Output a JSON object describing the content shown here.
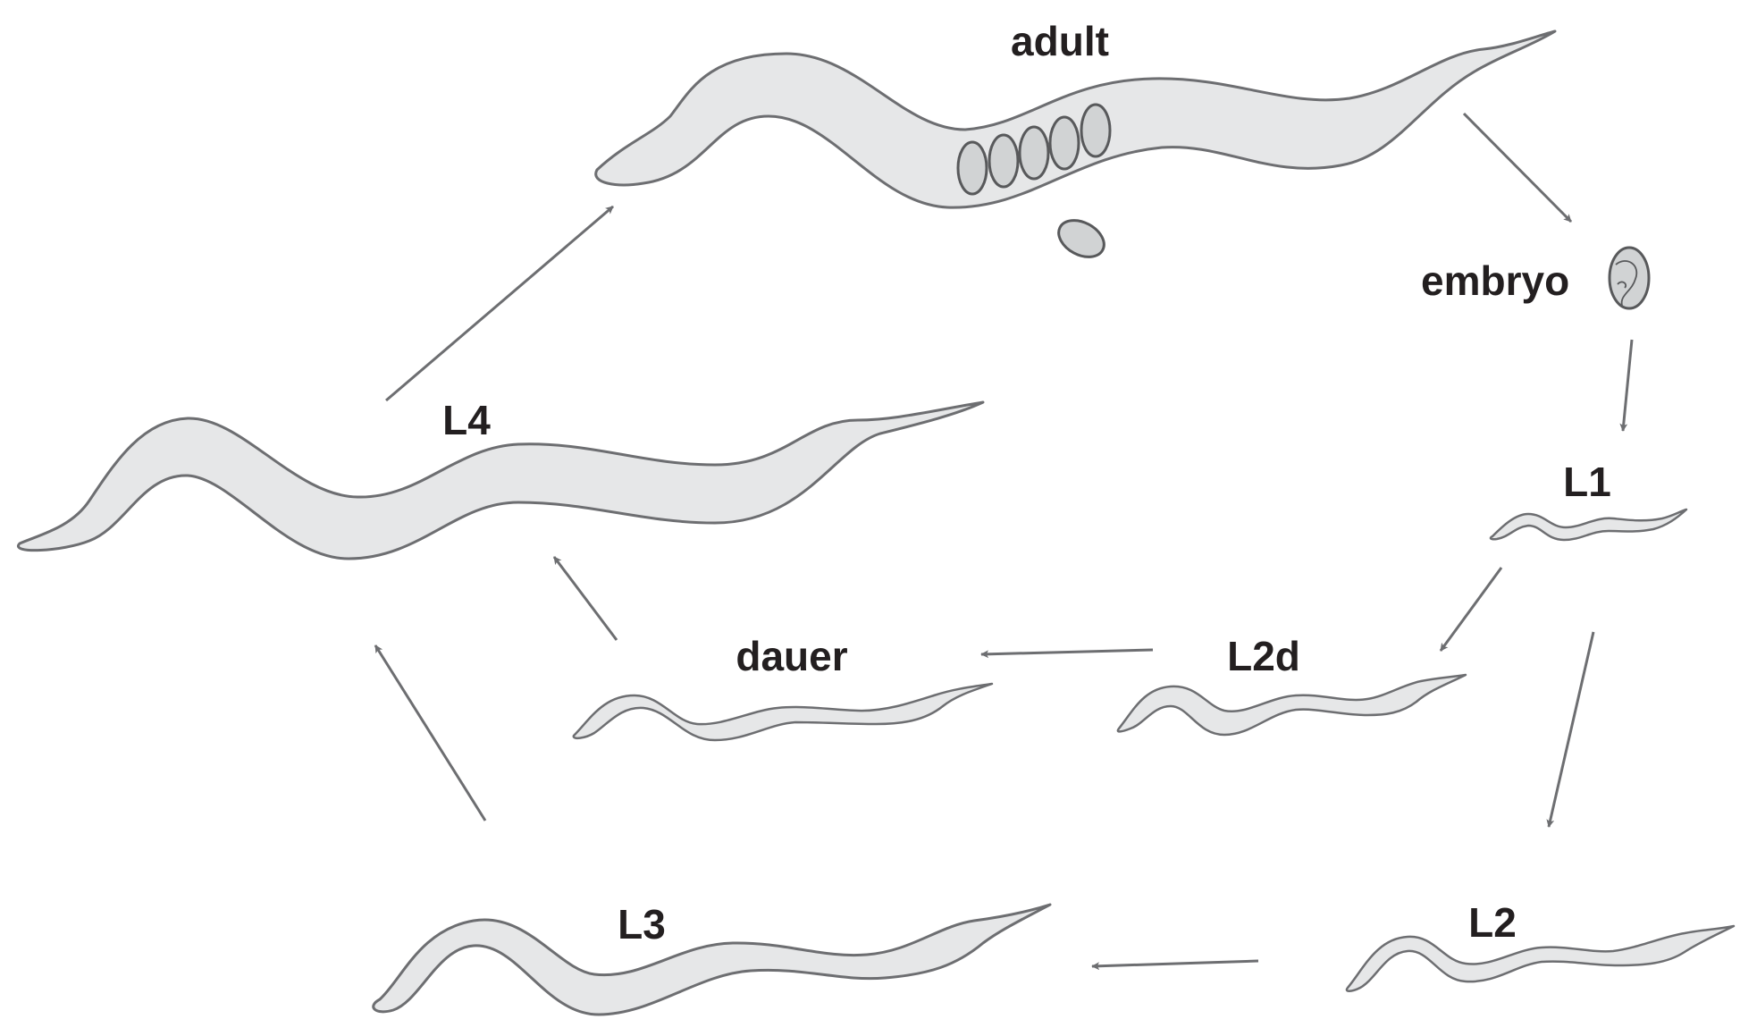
{
  "diagram": {
    "stages": {
      "adult": "adult",
      "embryo": "embryo",
      "l1": "L1",
      "l2d": "L2d",
      "dauer": "dauer",
      "l2": "L2",
      "l3": "L3",
      "l4": "L4"
    },
    "colors": {
      "worm_fill": "#e6e7e8",
      "worm_outline": "#6d6e71",
      "egg_fill": "#d1d3d4",
      "arrow": "#6d6e71",
      "label": "#231f20"
    }
  }
}
